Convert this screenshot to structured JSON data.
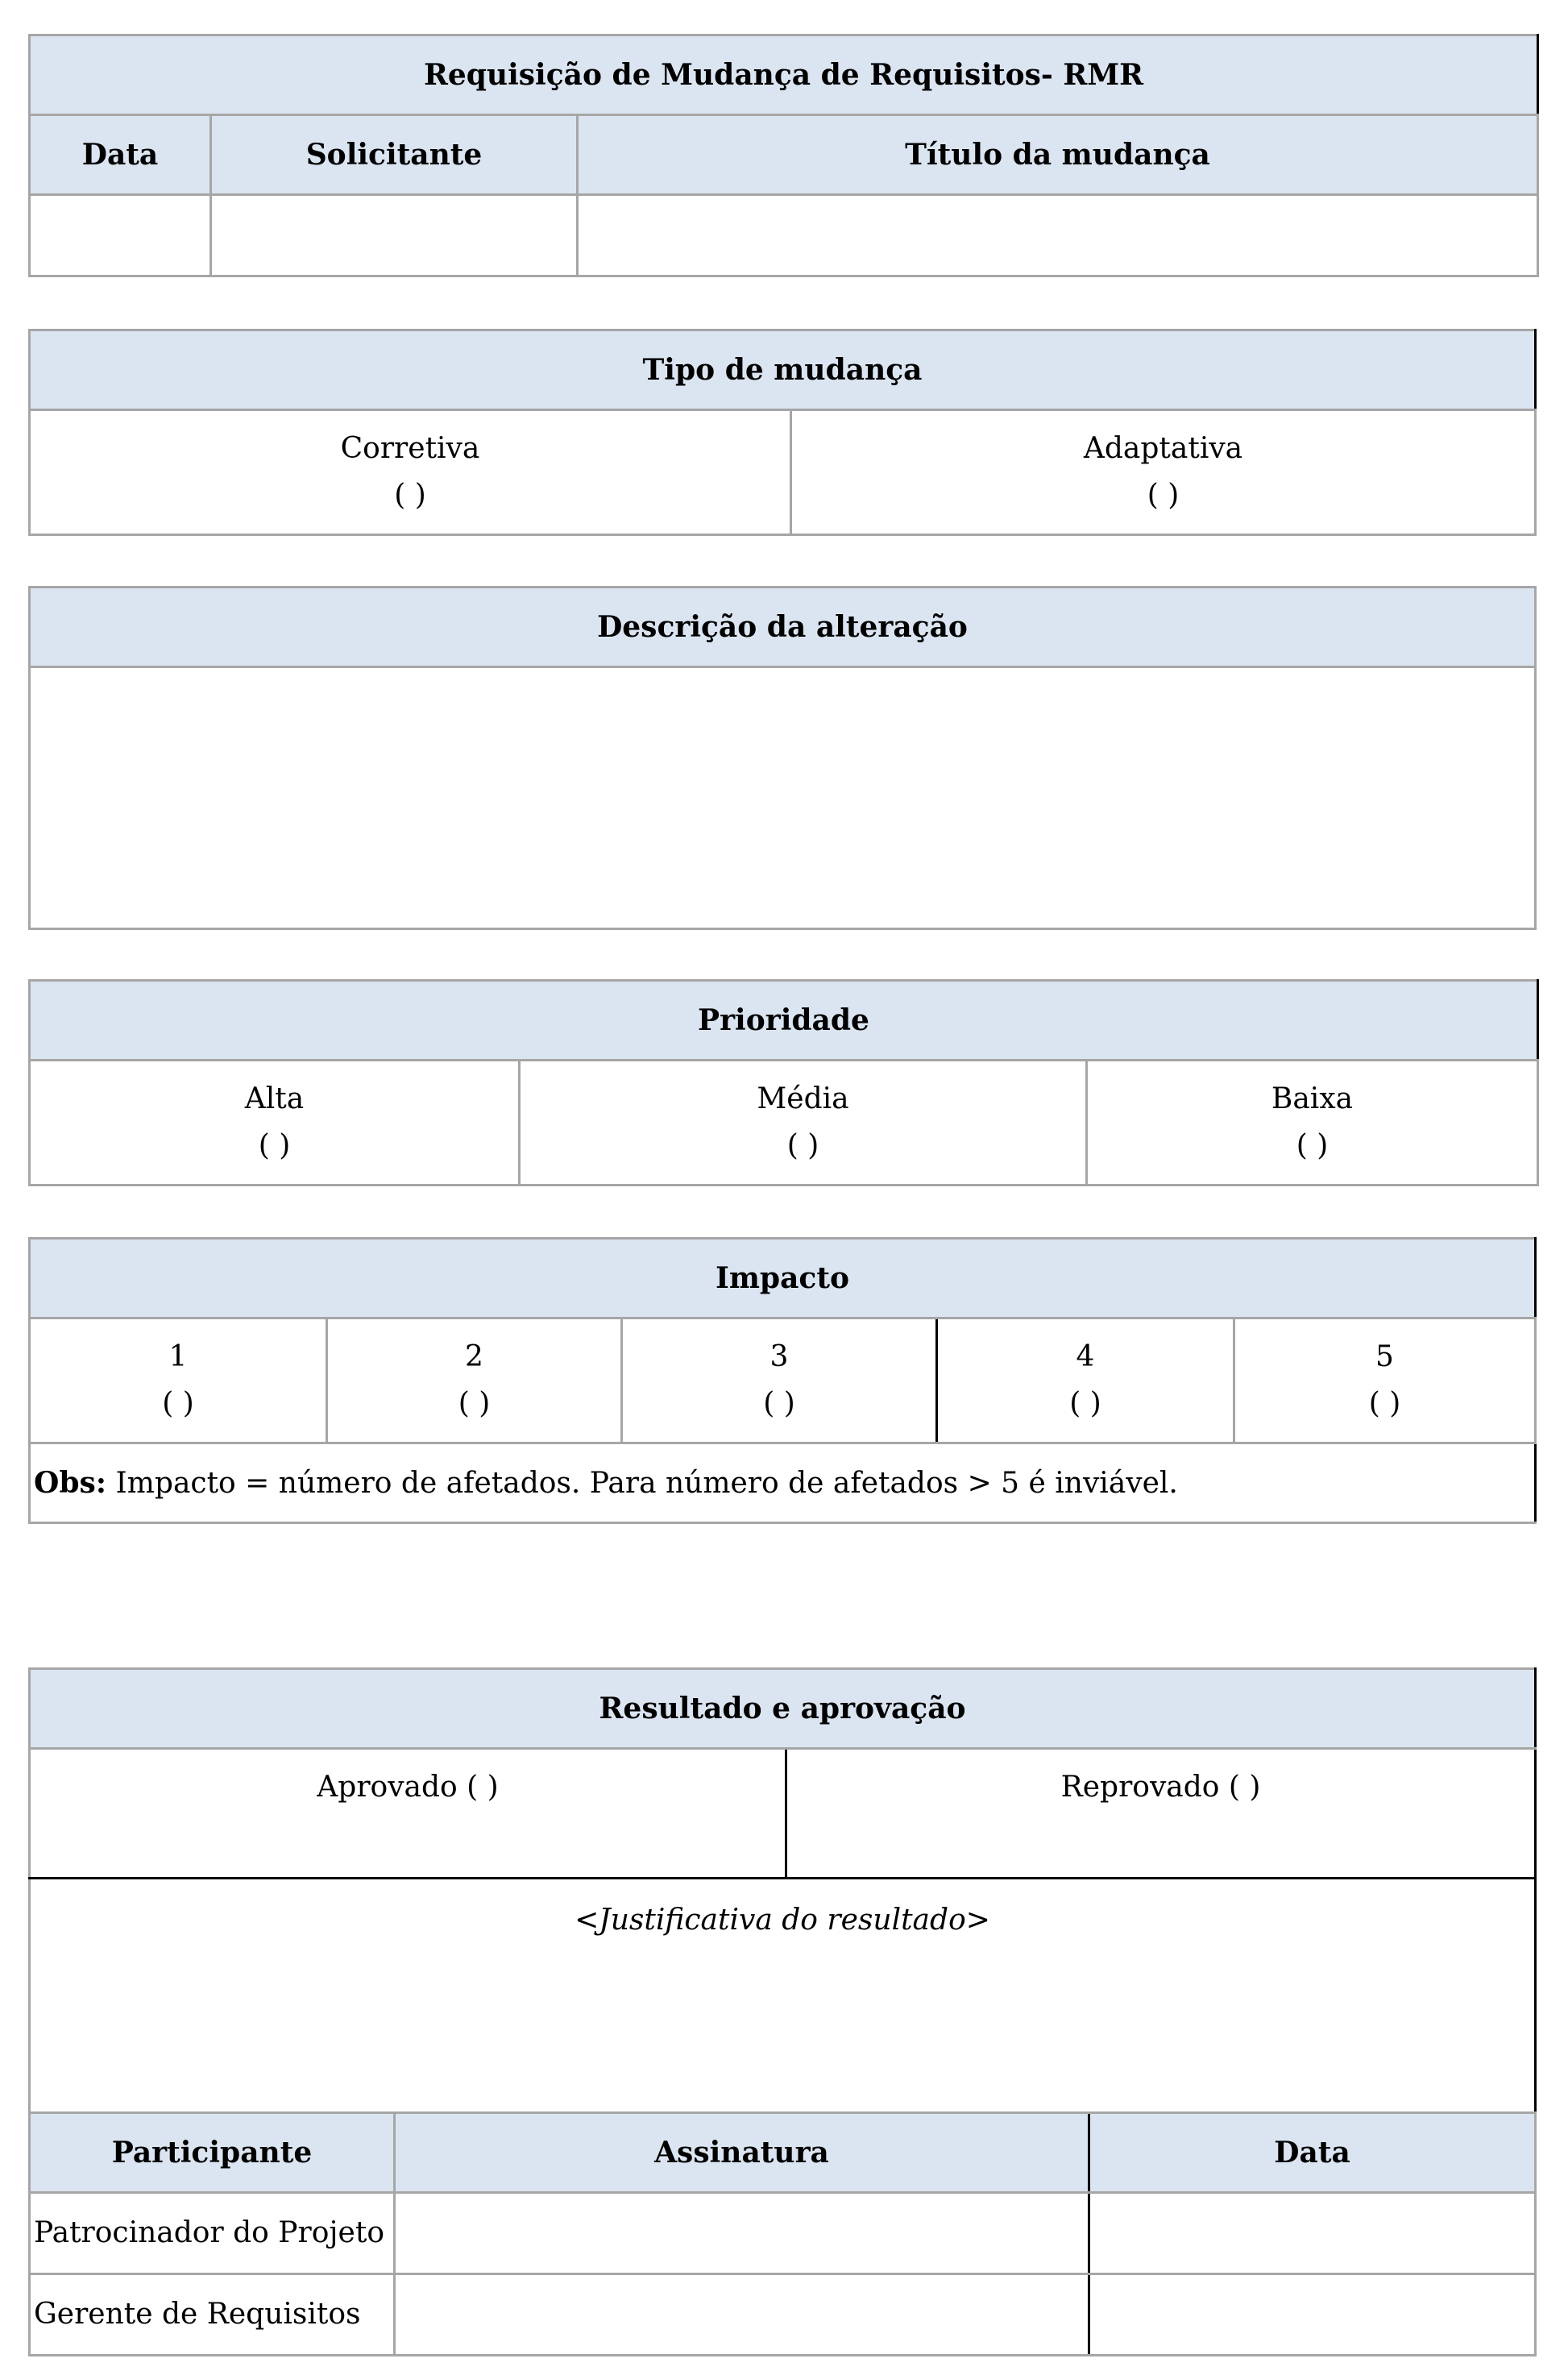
{
  "header": {
    "title": "Requisição de Mudança de Requisitos- RMR",
    "columns": [
      "Data",
      "Solicitante",
      "Título da mudança"
    ]
  },
  "tipo": {
    "title": "Tipo de mudança",
    "options": [
      {
        "label": "Corretiva",
        "mark": "( )"
      },
      {
        "label": "Adaptativa",
        "mark": "( )"
      }
    ]
  },
  "descricao": {
    "title": "Descrição da alteração"
  },
  "prioridade": {
    "title": "Prioridade",
    "options": [
      {
        "label": "Alta",
        "mark": "( )"
      },
      {
        "label": "Média",
        "mark": "( )"
      },
      {
        "label": "Baixa",
        "mark": "( )"
      }
    ]
  },
  "impacto": {
    "title": "Impacto",
    "options": [
      {
        "label": "1",
        "mark": "( )"
      },
      {
        "label": "2",
        "mark": "( )"
      },
      {
        "label": "3",
        "mark": "( )"
      },
      {
        "label": "4",
        "mark": "( )"
      },
      {
        "label": "5",
        "mark": "( )"
      }
    ],
    "obs_label": "Obs:",
    "obs_text": " Impacto = número de afetados. Para número de afetados > 5 é inviável."
  },
  "resultado": {
    "title": "Resultado e aprovação",
    "approved": "Aprovado ( )",
    "rejected": "Reprovado ( )",
    "justification": "<Justificativa do resultado>",
    "columns": [
      "Participante",
      "Assinatura",
      "Data"
    ],
    "participants": [
      "Patrocinador do Projeto",
      "Gerente de Requisitos"
    ]
  }
}
